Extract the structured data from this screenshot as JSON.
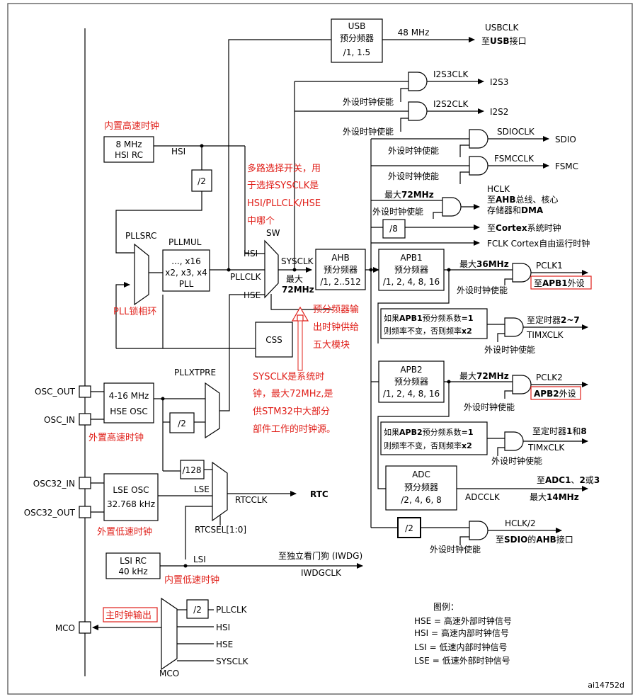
{
  "usb": {
    "title": "USB",
    "sub": "预分频器",
    "ratio": "/1, 1.5",
    "freq": "48 MHz",
    "out": "USBCLK",
    "dest_prefix": "至",
    "dest_bold": "USB",
    "dest_suffix": "接口"
  },
  "i2s": {
    "i2s3clk": "I2S3CLK",
    "i2s3": "I2S3",
    "i2s2clk": "I2S2CLK",
    "i2s2": "I2S2",
    "enable": "外设时钟使能"
  },
  "sdio": {
    "clk": "SDIOCLK",
    "out": "SDIO"
  },
  "fsmc": {
    "clk": "FSMCCLK",
    "out": "FSMC"
  },
  "hclk": {
    "max_prefix": "最大",
    "max_val": "72MHz",
    "title": "HCLK",
    "line2_prefix": "至",
    "line2_bold": "AHB",
    "line2_suffix": "总线、核心",
    "line3_prefix": "存储器和",
    "line3_bold": "DMA"
  },
  "cortex": {
    "div": "/8",
    "label_prefix": "至",
    "label_bold": "Cortex",
    "label_suffix": "系统时钟"
  },
  "fclk": {
    "label": "FCLK Cortex自由运行时钟"
  },
  "hsi_rc": {
    "freq": "8 MHz",
    "name": "HSI RC",
    "signal": "HSI"
  },
  "annotations": {
    "hsi": "内置高速时钟",
    "sw_lines": [
      "多路选择开关，用",
      "于选择SYSCLK是",
      "HSI/PLLCLK/HSE",
      "中哪个"
    ],
    "pll": "PLL锁相环",
    "prescaler_lines": [
      "预分频器输",
      "出时钟供给",
      "五大模块"
    ],
    "sysclk_lines": [
      "SYSCLK是系统时",
      "钟，最大72MHz,是",
      "供STM32中大部分",
      "部件工作的时钟源。"
    ],
    "hse": "外置高速时钟",
    "lse": "外置低速时钟",
    "lsi": "内置低速时钟",
    "mco": "主时钟输出"
  },
  "pll": {
    "src": "PLLSRC",
    "mul": "PLLMUL",
    "mul_vals1": "..., x16",
    "mul_vals2": "x2, x3, x4",
    "name": "PLL",
    "div2": "/2",
    "pllclk": "PLLCLK"
  },
  "sw": {
    "label": "SW",
    "hsi": "HSI",
    "hse": "HSE",
    "sysclk": "SYSCLK",
    "max_prefix": "最大",
    "max_val": "72MHz"
  },
  "ahb": {
    "title": "AHB",
    "sub": "预分频器",
    "ratio": "/1, 2..512"
  },
  "apb1": {
    "title": "APB1",
    "sub": "预分频器",
    "ratio": "/1, 2, 4, 8, 16",
    "max_prefix": "最大",
    "max_val": "36MHz",
    "pclk": "PCLK1",
    "dest_prefix": "至",
    "dest_bold": "APB1",
    "dest_suffix": "外设",
    "enable": "外设时钟使能"
  },
  "tim1": {
    "note1_prefix": "如果",
    "note1_bold": "APB1",
    "note1_mid": "预分频系数",
    "note1_num": "=1",
    "note2_prefix": "则频率不变，否则频率",
    "note2_num": "x2",
    "dest_prefix": "至定时器",
    "dest_bold": "2~7",
    "clk": "TIMXCLK",
    "enable": "外设时钟使能"
  },
  "apb2": {
    "title": "APB2",
    "sub": "预分频器",
    "ratio": "/1, 2, 4, 8, 16",
    "max_prefix": "最大",
    "max_val": "72MHz",
    "pclk": "PCLK2",
    "dest_bold": "APB2",
    "dest_suffix": "外设",
    "enable": "外设时钟使能"
  },
  "tim2": {
    "note1_prefix": "如果",
    "note1_bold": "APB2",
    "note1_mid": "预分频系数",
    "note1_num": "=1",
    "note2_prefix": "则频率不变，否则频率",
    "note2_num": "x2",
    "dest_prefix": "至定时器",
    "dest_bold1": "1",
    "dest_mid": "和",
    "dest_bold2": "8",
    "clk": "TIMxCLK",
    "enable": "外设时钟使能"
  },
  "adc": {
    "title": "ADC",
    "sub": "预分频器",
    "ratio": "/2, 4, 6, 8",
    "dest_prefix": "至",
    "dest_bold1": "ADC1",
    "dest_mid": "、",
    "dest_bold2": "2",
    "dest_mid2": "或",
    "dest_bold3": "3",
    "clk": "ADCCLK",
    "max_prefix": "最大",
    "max_val": "14MHz"
  },
  "sdio_ahb": {
    "div": "/2",
    "hclk2": "HCLK/2",
    "dest_prefix": "至",
    "dest_bold": "SDIO",
    "dest_mid": "的",
    "dest_bold2": "AHB",
    "dest_suffix": "接口",
    "enable": "外设时钟使能"
  },
  "css": {
    "label": "CSS"
  },
  "hse": {
    "osc_out": "OSC_OUT",
    "osc_in": "OSC_IN",
    "freq": "4-16 MHz",
    "name": "HSE OSC",
    "pllxtpre": "PLLXTPRE",
    "div2": "/2"
  },
  "lse": {
    "osc32_in": "OSC32_IN",
    "osc32_out": "OSC32_OUT",
    "name": "LSE OSC",
    "freq": "32.768 kHz",
    "signal": "LSE",
    "div128": "/128",
    "rtcclk": "RTCCLK",
    "rtc": "RTC",
    "rtcsel": "RTCSEL[1:0]"
  },
  "lsi": {
    "name": "LSI RC",
    "freq": "40 kHz",
    "signal": "LSI",
    "iwdg_label": "至独立看门狗  (IWDG)",
    "iwdgclk": "IWDGCLK"
  },
  "mco": {
    "label": "MCO",
    "div2": "/2",
    "pllclk": "PLLCLK",
    "hsi": "HSI",
    "hse": "HSE",
    "sysclk": "SYSCLK",
    "mux_label": "MCO"
  },
  "legend": {
    "title": "图例：",
    "items": [
      "HSE = 高速外部时钟信号",
      "HSI = 高速内部时钟信号",
      "LSI = 低速内部时钟信号",
      "LSE = 低速外部时钟信号"
    ]
  },
  "figure_id": "ai14752d"
}
